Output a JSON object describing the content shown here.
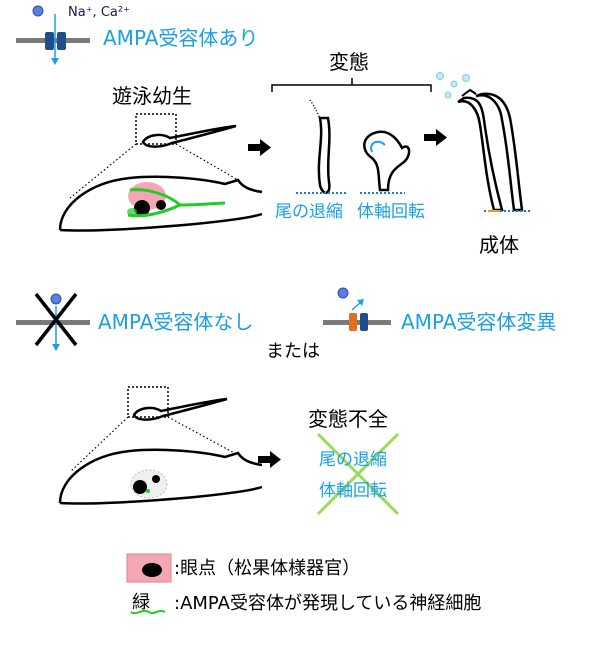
{
  "ions_label": "Na⁺, Ca²⁺",
  "with_receptor_label": "AMPA受容体あり",
  "free_larva_label": "遊泳幼生",
  "metamorphosis_label": "変態",
  "tail_regression_label": "尾の退縮",
  "body_axis_rotation_label": "体軸回転",
  "adult_label": "成体",
  "no_receptor_label": "AMPA受容体なし",
  "or_label": "または",
  "mutant_receptor_label": "AMPA受容体変異",
  "incomplete_metamorphosis_label": "変態不全",
  "failed_tail_regression_label": "尾の退縮",
  "failed_body_axis_rotation_label": "体軸回転",
  "legend": {
    "eyespot_text": "眼点（松果体様器官）",
    "green_glyph": "緑",
    "green_text": "AMPA受容体が発現している神経細胞"
  },
  "colors": {
    "blue_label": "#1aa0e6",
    "ion_ball": "#5b7fe0",
    "channel": "#1f4f8a",
    "membrane": "#7a7a7a",
    "mutant_channel": "#e07020",
    "eyespot": "#f4a6b4",
    "neuron_green": "#22cc22",
    "cross_green": "#99dd55",
    "seafloor": "#1a7ad0"
  }
}
